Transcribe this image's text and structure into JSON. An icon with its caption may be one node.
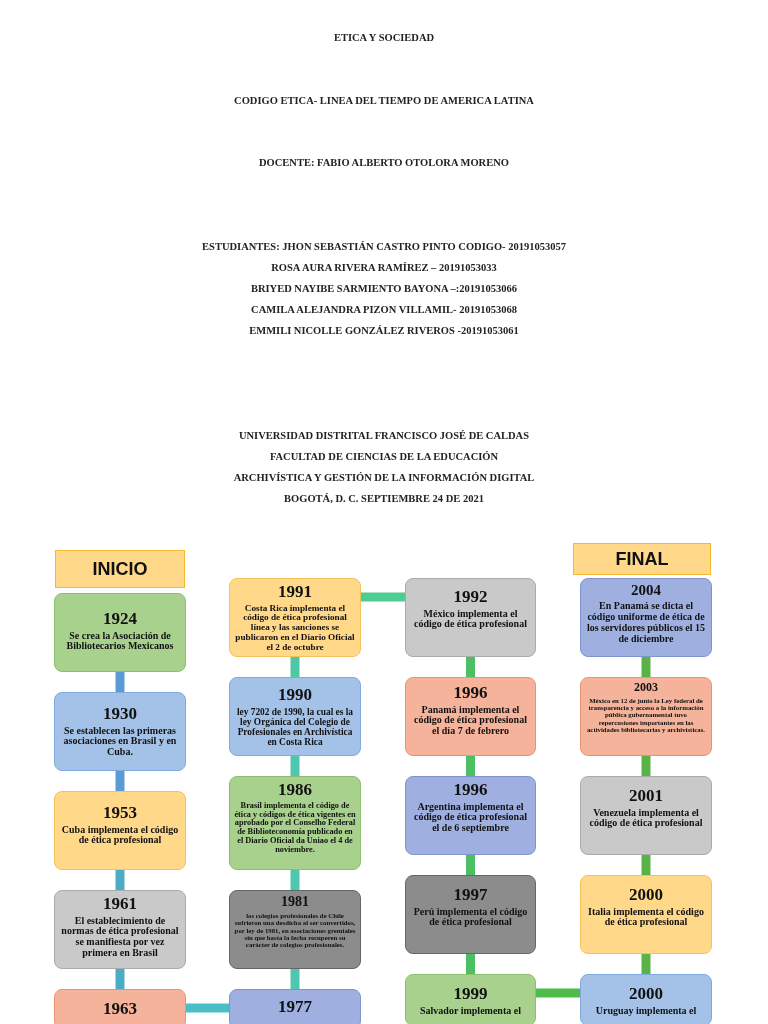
{
  "diagram": {
    "title": "ETICA Y SOCIEDAD",
    "labels": [
      "CODIGO ETICA- LINEA DEL TIEMPO DE AMERICA LATINA",
      "DOCENTE: FABIO ALBERTO OTOLORA MORENO",
      "ESTUDIANTES: JHON SEBASTIÁN CASTRO PINTO CODIGO- 20191053057",
      "ROSA AURA RIVERA RAMÍREZ – 20191053033",
      "BRIYED NAYIBE SARMIENTO BAYONA –:20191053066",
      "CAMILA ALEJANDRA PIZON VILLAMIL- 20191053068",
      "EMMILI NICOLLE GONZÁLEZ RIVEROS -20191053061",
      "UNIVERSIDAD DISTRITAL FRANCISCO JOSÉ DE CALDAS",
      "FACULTAD DE CIENCIAS DE LA EDUCACIÓN",
      "ARCHIVÍSTICA Y GESTIÓN DE LA INFORMACIÓN DIGITAL",
      "BOGOTÁ, D. C. SEPTIEMBRE 24 DE 2021"
    ],
    "nodes": [
      {
        "text": [
          "INICIO"
        ]
      },
      {
        "text": [
          "1924",
          "Se crea la Asociación de Bibliotecarios Mexicanos"
        ]
      },
      {
        "text": [
          "1930",
          "Se establecen las primeras asociaciones en Brasil y en Cuba."
        ]
      },
      {
        "text": [
          "1953",
          "Cuba implementa el código de ética profesional"
        ]
      },
      {
        "text": [
          "1961",
          "El establecimiento de normas de ética profesional se manifiesta por vez primera en Brasil"
        ]
      },
      {
        "text": [
          "1963"
        ]
      },
      {
        "text": [
          "1991",
          "Costa Rica implementa el código de ética profesional línea y las sanciones se publicaron en el Diario Oficial el 2 de octubre"
        ]
      },
      {
        "text": [
          "1990",
          "ley 7202 de 1990, la cual es la ley Orgánica del Colegio de Profesionales en Archivística en Costa Rica"
        ]
      },
      {
        "text": [
          "1986",
          "Brasil implementa el código de ética y códigos de ética vigentes en aprobado por el Conselho Federal de Biblioteconomía publicado en el Diario Oficial da Uniao el 4 de noviembre."
        ]
      },
      {
        "text": [
          "1981",
          "los colegios profesionales de Chile sufrieron una desdicha al ser convertidos, por ley de 1981, en asociaciones gremiales sin que hasta la fecha recuperen su carácter de colegios profesionales."
        ]
      },
      {
        "text": [
          "1977"
        ]
      },
      {
        "text": [
          "1992",
          "México implementa el código de ética profesional"
        ]
      },
      {
        "text": [
          "1996",
          "Panamá implementa el código de ética profesional el día 7 de febrero"
        ]
      },
      {
        "text": [
          "1996",
          "Argentina implementa el código de ética profesional el de 6 septiembre"
        ]
      },
      {
        "text": [
          "1997",
          "Perú implementa el código de ética profesional"
        ]
      },
      {
        "text": [
          "1999",
          "Salvador implementa el"
        ]
      },
      {
        "text": [
          "FINAL"
        ]
      },
      {
        "text": [
          "2004",
          "En Panamá se dicta el código uniforme de ética de los servidores públicos el 15 de diciembre"
        ]
      },
      {
        "text": [
          "2003",
          "México en 12 de junio la Ley federal de transparencia y acceso a la información pública gubernamental tuvo repercusiones importantes en las actividades bibliotecarias y archivísticas."
        ]
      },
      {
        "text": [
          "2001",
          "Venezuela implementa el código de ética profesional"
        ]
      },
      {
        "text": [
          "2000",
          "Italia implementa el código de ética profesional"
        ]
      },
      {
        "text": [
          "2000",
          "Uruguay implementa el"
        ]
      }
    ],
    "edges": [
      {
        "from": 1,
        "to": 2,
        "arrow": "none",
        "color": "#5b9bd5"
      },
      {
        "from": 2,
        "to": 3,
        "arrow": "none",
        "color": "#5b9bd5"
      },
      {
        "from": 3,
        "to": 4,
        "arrow": "none",
        "color": "#4bacc6"
      },
      {
        "from": 4,
        "to": 5,
        "arrow": "none",
        "color": "#4bacc6"
      },
      {
        "from": 5,
        "to": 10,
        "arrow": "none",
        "color": "#4bbfc6"
      },
      {
        "from": 10,
        "to": 9,
        "arrow": "none",
        "color": "#4fc7b0"
      },
      {
        "from": 9,
        "to": 8,
        "arrow": "none",
        "color": "#4fc7b0"
      },
      {
        "from": 8,
        "to": 7,
        "arrow": "none",
        "color": "#4fc7b0"
      },
      {
        "from": 7,
        "to": 6,
        "arrow": "none",
        "color": "#4fc7a4"
      },
      {
        "from": 6,
        "to": 11,
        "arrow": "none",
        "color": "#4fcc8f"
      },
      {
        "from": 11,
        "to": 12,
        "arrow": "none",
        "color": "#4dbf63"
      },
      {
        "from": 12,
        "to": 13,
        "arrow": "none",
        "color": "#4dbf63"
      },
      {
        "from": 13,
        "to": 14,
        "arrow": "none",
        "color": "#4dbf63"
      },
      {
        "from": 14,
        "to": 15,
        "arrow": "none",
        "color": "#4dbf63"
      },
      {
        "from": 15,
        "to": 21,
        "arrow": "none",
        "color": "#4fbb4a"
      },
      {
        "from": 21,
        "to": 20,
        "arrow": "none",
        "color": "#5bb348"
      },
      {
        "from": 20,
        "to": 19,
        "arrow": "none",
        "color": "#5bb348"
      },
      {
        "from": 19,
        "to": 18,
        "arrow": "none",
        "color": "#5bb348"
      },
      {
        "from": 18,
        "to": 17,
        "arrow": "none",
        "color": "#5bb348"
      }
    ]
  }
}
